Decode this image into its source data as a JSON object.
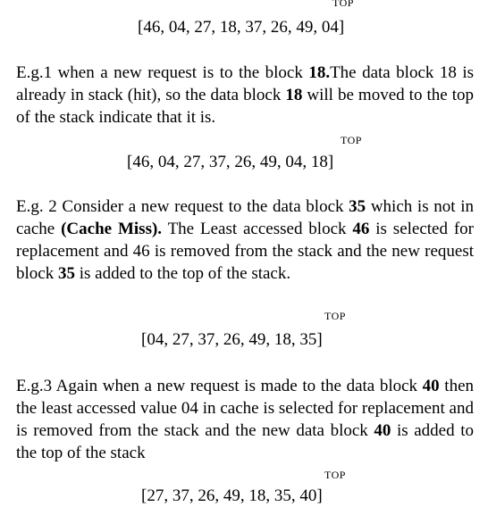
{
  "initial": {
    "top_label": "TOP",
    "stack": "[46, 04, 27, 18, 37, 26, 49, 04]"
  },
  "example1": {
    "p1": "E.g.1 when a new request is to the block ",
    "b1": "18.",
    "p2": "The data block 18 is already in stack (hit), so the data block ",
    "b2": "18",
    "p3": " will be moved to the top of the stack indicate that it is.",
    "top_label": "TOP",
    "stack": "[46, 04, 27, 37, 26, 49, 04, 18]"
  },
  "example2": {
    "p1": "E.g. 2 Consider a new request to the data block ",
    "b1": "35",
    "p2": " which is not in cache ",
    "b2": "(Cache Miss).",
    "p3": " The Least accessed block ",
    "b3": "46",
    "p4": " is selected for replacement and 46 is removed from the stack and the new request block ",
    "b4": "35",
    "p5": " is added to the top of the stack.",
    "top_label": "TOP",
    "stack": "[04, 27, 37, 26, 49, 18, 35]"
  },
  "example3": {
    "p1": "E.g.3 Again when a new request is made to the data block ",
    "b1": "40",
    "p2": " then the least accessed value 04 in cache is selected for replacement and is removed from the stack and the new data block ",
    "b2": "40",
    "p3": " is added to the top of the stack",
    "top_label": "TOP",
    "stack": "[27, 37, 26, 49, 18, 35, 40]"
  }
}
